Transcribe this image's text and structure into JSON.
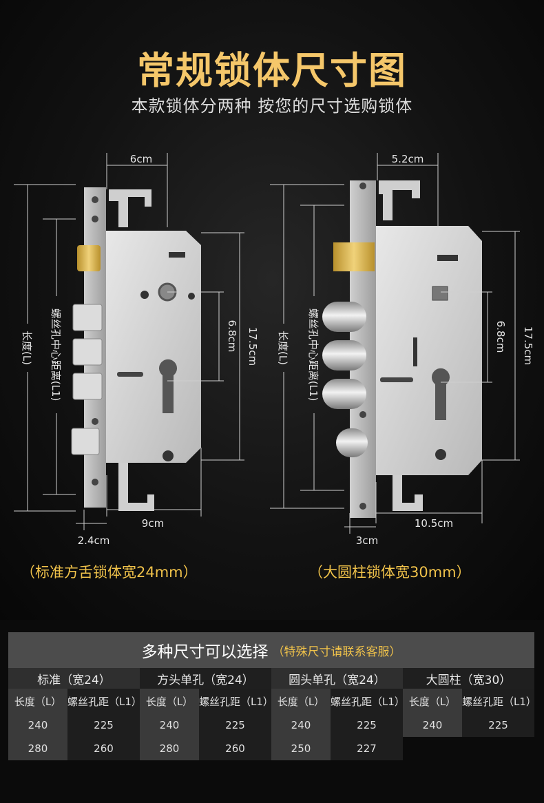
{
  "title": "常规锁体尺寸图",
  "subtitle": "本款锁体分两种 按您的尺寸选购锁体",
  "left_lock": {
    "top_width": "6cm",
    "bottom_width": "9cm",
    "faceplate_width": "2.4cm",
    "center_distance": "6.8cm",
    "height": "17.5cm",
    "length_label": "长度(L)",
    "screw_label": "螺丝孔中心距离(L1)",
    "caption": "（标准方舌锁体宽24mm）"
  },
  "right_lock": {
    "top_width": "5.2cm",
    "bottom_width": "10.5cm",
    "faceplate_width": "3cm",
    "center_distance": "6.8cm",
    "height": "17.5cm",
    "length_label": "长度(L)",
    "screw_label": "螺丝孔中心距离(L1)",
    "caption": "（大圆柱锁体宽30mm）"
  },
  "table": {
    "header": "多种尺寸可以选择",
    "note": "（特殊尺寸请联系客服）",
    "groups": [
      "标准（宽24）",
      "方头单孔（宽24）",
      "圆头单孔（宽24）",
      "大圆柱（宽30）"
    ],
    "col_length": "长度（L）",
    "col_screw": "螺丝孔距（L1）",
    "rows": [
      [
        "240",
        "225",
        "240",
        "225",
        "240",
        "225",
        "240",
        "225"
      ],
      [
        "280",
        "260",
        "280",
        "260",
        "250",
        "227",
        "",
        ""
      ]
    ]
  },
  "colors": {
    "gold": "#f0c24a",
    "title_gold": "#f5c76a",
    "brass": "#e0b84a",
    "steel": "#d4d4d4"
  }
}
